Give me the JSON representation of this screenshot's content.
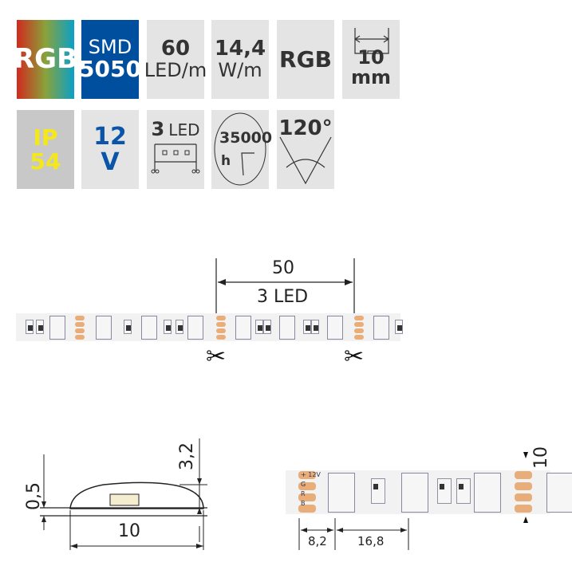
{
  "tiles": {
    "rgb_color": "RGB",
    "smd_label": "SMD",
    "smd_value": "5050",
    "led_count": "60",
    "led_unit": "LED/m",
    "power": "14,4",
    "power_unit": "W/m",
    "color_type": "RGB",
    "width": "10 mm",
    "ip_label": "IP",
    "ip_value": "54",
    "voltage": "12 V",
    "cut_count": "3",
    "cut_unit": "LED",
    "lifetime": "35000",
    "lifetime_unit": "h",
    "angle": "120°"
  },
  "colors": {
    "smd_bg": "#004e9e",
    "voltage": "#0a55a8",
    "ip": "#f4e81c",
    "tile_bg": "#e4e4e4",
    "ip_bg": "#c8c8c8",
    "pad": "#e8ad78"
  },
  "strip_diagram": {
    "segment_length": "50",
    "segment_leds": "3 LED"
  },
  "cross_section": {
    "thickness": "0,5",
    "height": "3,2",
    "width": "10"
  },
  "detail": {
    "pad_labels": [
      "+",
      "12V",
      "G",
      "R",
      "B"
    ],
    "dim_a": "8,2",
    "dim_b": "16,8",
    "strip_width": "10"
  }
}
